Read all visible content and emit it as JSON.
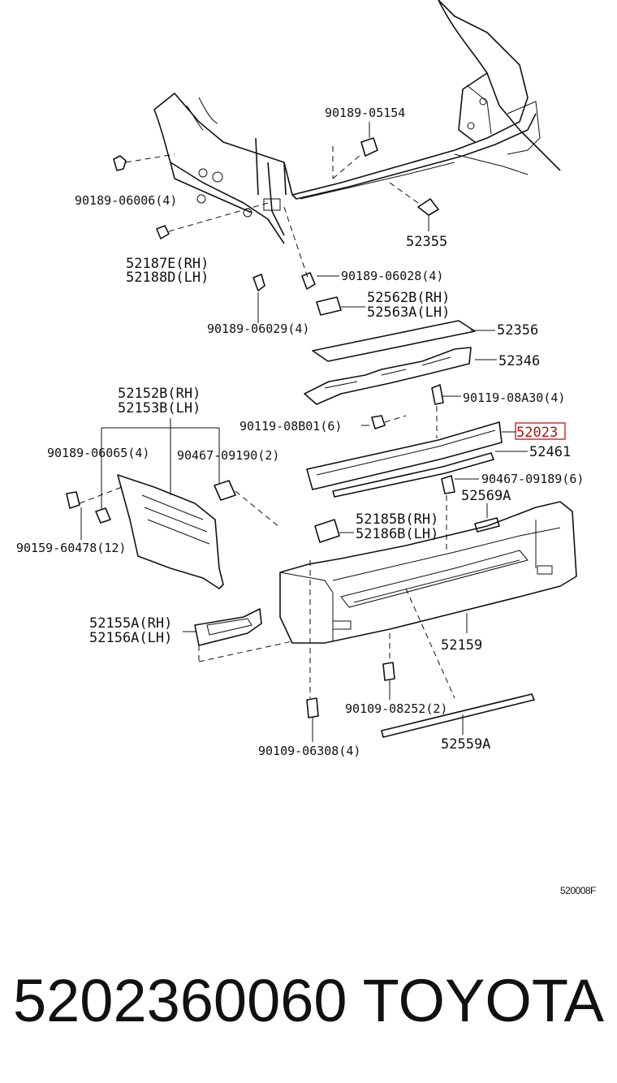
{
  "highlight_color": "#d23030",
  "callouts": {
    "c1": "90189-05154",
    "c2": "90189-06006(4)",
    "c3": "52355",
    "c4a": "52187E(RH)",
    "c4b": "52188D(LH)",
    "c5": "90189-06028(4)",
    "c6a": "52562B(RH)",
    "c6b": "52563A(LH)",
    "c7": "90189-06029(4)",
    "c8": "52356",
    "c9": "52346",
    "c10a": "52152B(RH)",
    "c10b": "52153B(LH)",
    "c11": "90119-08A30(4)",
    "c12": "90119-08B01(6)",
    "c13": "52023",
    "c14": "90189-06065(4)",
    "c15": "90467-09190(2)",
    "c16": "52461",
    "c17": "90467-09189(6)",
    "c18": "52569A",
    "c19": "90159-60478(12)",
    "c20a": "52185B(RH)",
    "c20b": "52186B(LH)",
    "c21a": "52155A(RH)",
    "c21b": "52156A(LH)",
    "c22": "52159",
    "c23": "90109-08252(2)",
    "c24": "90109-06308(4)",
    "c25": "52559A"
  },
  "ref_code": "520008F",
  "part_number": "5202360060",
  "brand": "TOYOTA"
}
